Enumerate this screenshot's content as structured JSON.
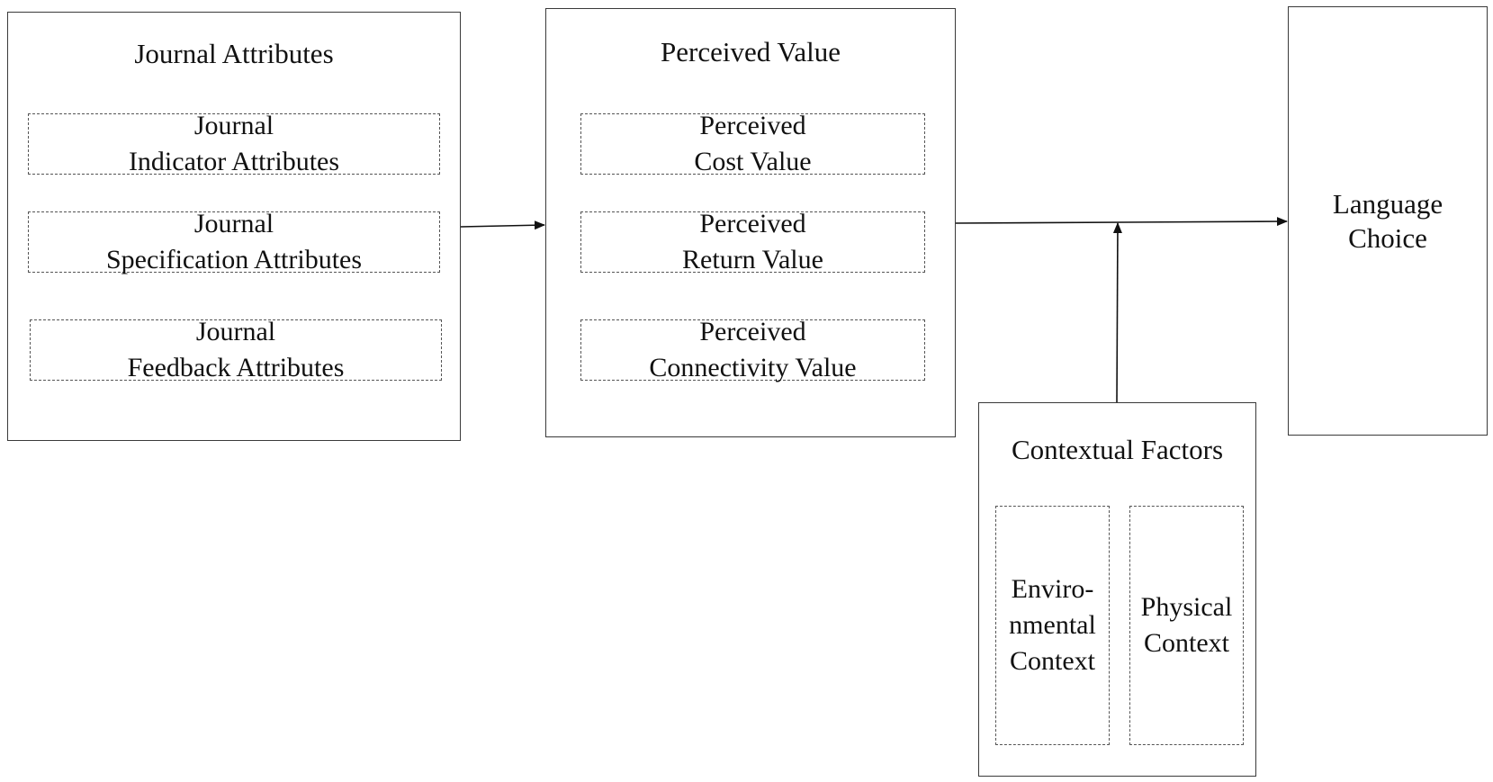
{
  "journal_attributes": {
    "title": "Journal Attributes",
    "items": [
      {
        "line1": "Journal",
        "line2": "Indicator Attributes"
      },
      {
        "line1": "Journal",
        "line2": "Specification Attributes"
      },
      {
        "line1": "Journal",
        "line2": "Feedback Attributes"
      }
    ]
  },
  "perceived_value": {
    "title": "Perceived Value",
    "items": [
      {
        "line1": "Perceived",
        "line2": "Cost Value"
      },
      {
        "line1": "Perceived",
        "line2": "Return Value"
      },
      {
        "line1": "Perceived",
        "line2": "Connectivity Value"
      }
    ]
  },
  "language_choice": {
    "line1": "Language",
    "line2": "Choice"
  },
  "contextual_factors": {
    "title": "Contextual Factors",
    "environmental": {
      "line1": "Enviro-",
      "line2": "nmental",
      "line3": "Context"
    },
    "physical": {
      "line1": "Physical",
      "line2": "Context"
    }
  },
  "colors": {
    "stroke": "#3a3a3a",
    "dashed": "#555555",
    "arrow": "#111111"
  }
}
